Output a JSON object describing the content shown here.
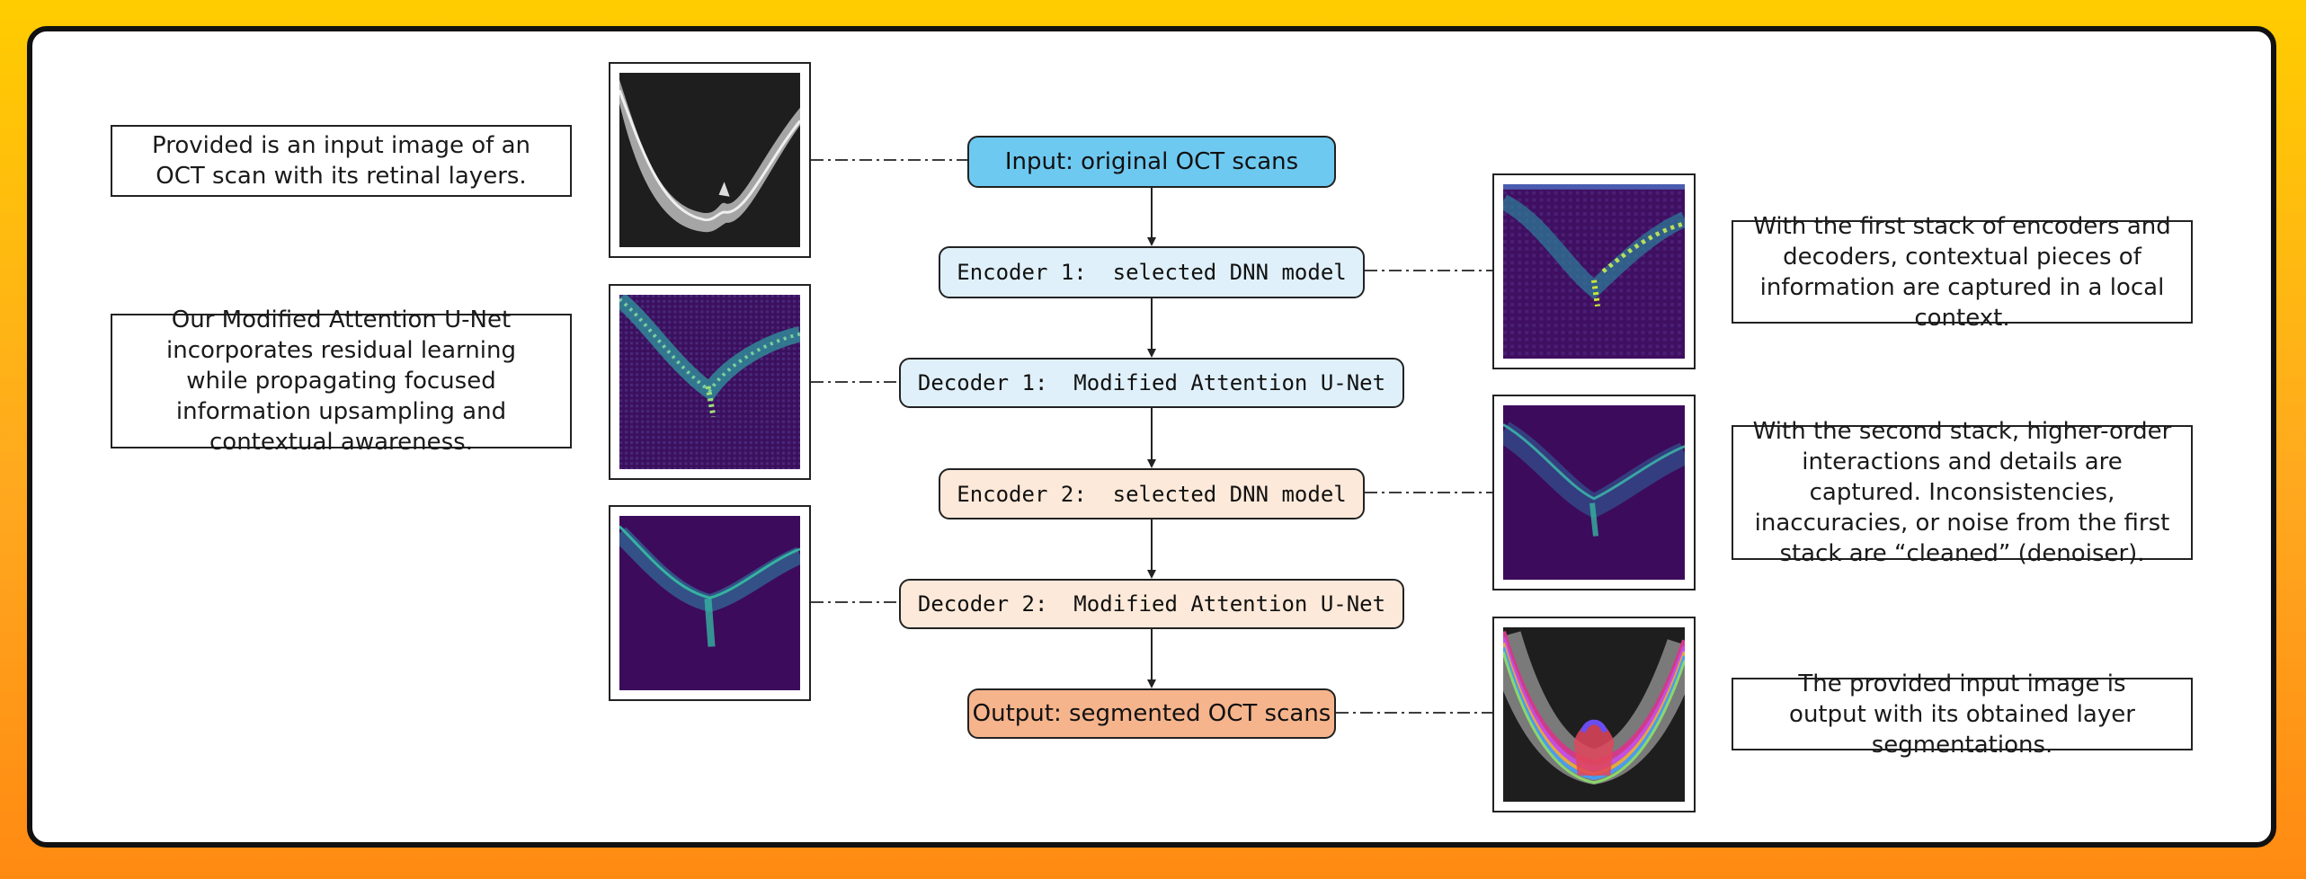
{
  "colors": {
    "background_top": "#ffcc00",
    "background_bottom": "#ff8a12",
    "input_node": "#6ec9f0",
    "decoder1_node": "#dff0fa",
    "encoder2_node": "#fde9d9",
    "output_node": "#f6b48c",
    "feature_map_bg": "#3d0b5c",
    "feature_map_signal": "#35b3a0"
  },
  "pipeline": {
    "input": "Input: original OCT scans",
    "encoder1": "Encoder 1:  selected DNN model",
    "decoder1": "Decoder 1:  Modified Attention U-Net",
    "encoder2": "Encoder 2:  selected DNN model",
    "decoder2": "Decoder 2:  Modified Attention U-Net",
    "output": "Output: segmented OCT scans"
  },
  "descriptions": {
    "input": "Provided is an input image of an OCT scan with its retinal layers.",
    "decoder1": "Our Modified Attention U-Net incorporates residual learning while propagating focused information upsampling and contextual awareness.",
    "encoder1": "With the first stack of encoders and decoders, contextual pieces of information are captured in a local context.",
    "encoder2": "With the second stack, higher-order interactions and details are captured. Inconsistencies, inaccuracies, or noise from the first stack are “cleaned” (denoiser).",
    "output": "The provided input image is output with its obtained layer segmentations."
  },
  "images": {
    "input": "grayscale OCT scan",
    "decoder1": "feature map",
    "decoder2": "feature map",
    "encoder1": "feature map",
    "encoder2": "feature map",
    "output": "segmented OCT scan"
  }
}
